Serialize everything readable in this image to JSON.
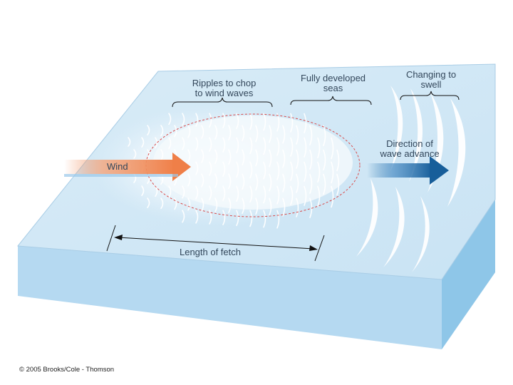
{
  "labels": {
    "ripples_line1": "Ripples to chop",
    "ripples_line2": "to wind waves",
    "fully_line1": "Fully developed",
    "fully_line2": "seas",
    "swell_line1": "Changing to",
    "swell_line2": "swell",
    "direction_line1": "Direction of",
    "direction_line2": "wave advance",
    "wind": "Wind",
    "fetch": "Length of fetch"
  },
  "credit": "© 2005 Brooks/Cole - Thomson",
  "colors": {
    "ocean_top": "#d6eaf6",
    "ocean_front": "#b5d9f1",
    "ocean_side": "#8ec6e8",
    "wind_arrow": "#f08c5a",
    "wave_arrow": "#1c6aa8",
    "fetch_outline": "#d94a4a",
    "crest": "#ffffff"
  },
  "icons": {
    "wind_arrow": "wind-arrow-icon",
    "wave_arrow": "wave-direction-arrow-icon"
  }
}
